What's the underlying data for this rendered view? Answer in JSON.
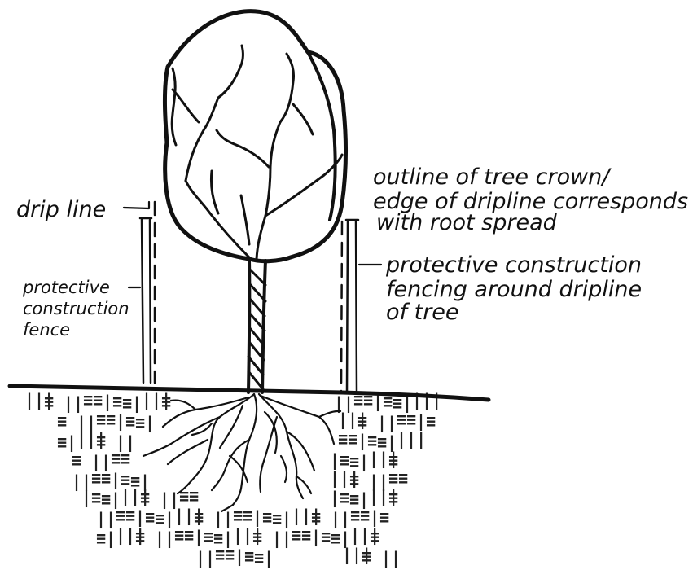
{
  "figure": {
    "type": "illustration",
    "subject": "tree protection during construction"
  },
  "labels": {
    "drip_line": "drip line",
    "left_fence": [
      "protective",
      "construction",
      "fence"
    ],
    "crown_note": [
      "outline of tree crown/",
      "edge of dripline corresponds",
      "with root spread"
    ],
    "right_fence": [
      "protective construction",
      "fencing around dripline",
      "of tree"
    ]
  },
  "icons": {
    "soil": "soil-hatch-pattern",
    "tree": "tree-icon"
  },
  "colors": {
    "ink": "#111111",
    "background": "#ffffff"
  }
}
